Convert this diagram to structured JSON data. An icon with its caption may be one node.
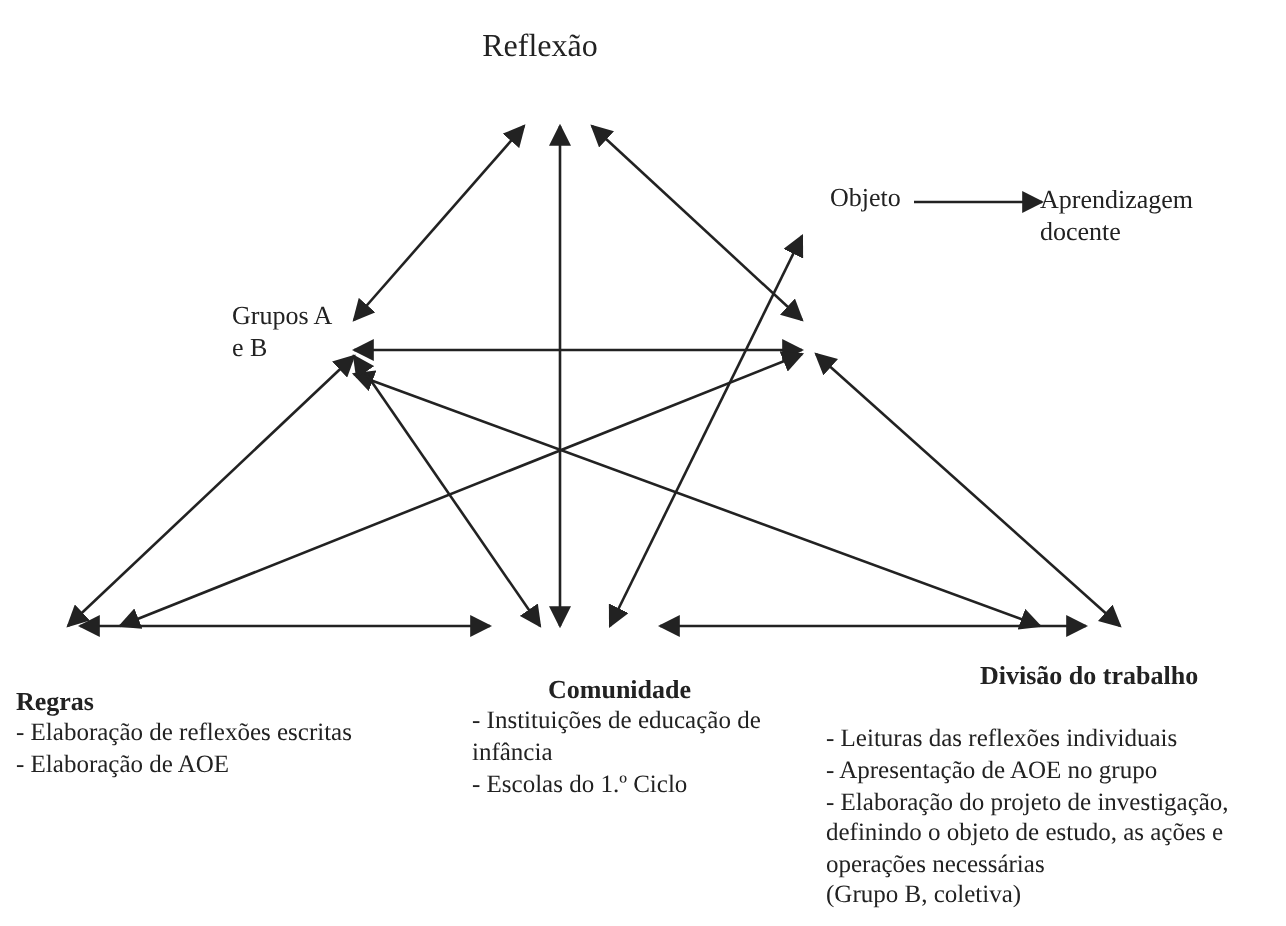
{
  "diagram": {
    "nodes": [
      {
        "text": [
          "Reflexão"
        ]
      },
      {
        "text": [
          "Grupos A e B"
        ]
      },
      {
        "text": [
          "Objeto"
        ]
      },
      {
        "text": [
          "Aprendizagem docente"
        ]
      },
      {
        "text": [
          "Regras",
          "- Elaboração de reflexões escritas",
          "- Elaboração de AOE"
        ]
      },
      {
        "text": [
          "Comunidade",
          "- Instituições de educação de infância",
          "- Escolas do 1.º Ciclo"
        ]
      },
      {
        "text": [
          "Divisão do trabalho",
          "- Leituras das reflexões individuais",
          "- Apresentação de AOE no grupo",
          "- Elaboração do projeto de investigação, definindo o objeto de estudo, as ações e operações necessárias",
          "(Grupo B, coletiva)"
        ]
      }
    ],
    "edges": [
      {
        "from": 0,
        "to": 1,
        "arrow": "both"
      },
      {
        "from": 0,
        "to": 2,
        "arrow": "both"
      },
      {
        "from": 5,
        "to": 0,
        "arrow": "both"
      },
      {
        "from": 1,
        "to": 2,
        "arrow": "both"
      },
      {
        "from": 4,
        "to": 1,
        "arrow": "both"
      },
      {
        "from": 2,
        "to": 6,
        "arrow": "both"
      },
      {
        "from": 1,
        "to": 6,
        "arrow": "both"
      },
      {
        "from": 4,
        "to": 2,
        "arrow": "both"
      },
      {
        "from": 1,
        "to": 5,
        "arrow": "both"
      },
      {
        "from": 5,
        "to": 2,
        "arrow": "both"
      },
      {
        "from": 4,
        "to": 5,
        "arrow": "both"
      },
      {
        "from": 5,
        "to": 6,
        "arrow": "both"
      },
      {
        "from": 2,
        "to": 3,
        "arrow": "to"
      }
    ]
  }
}
